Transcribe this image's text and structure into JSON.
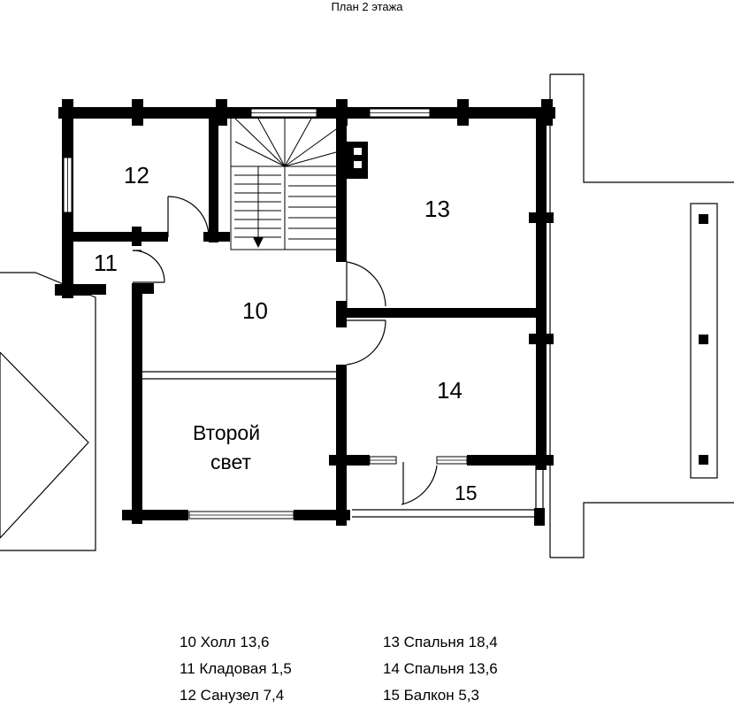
{
  "title": "План 2 этажа",
  "rooms": {
    "r10": "10",
    "r11": "11",
    "r12": "12",
    "r13": "13",
    "r14": "14",
    "r15": "15",
    "open_line1": "Второй",
    "open_line2": "свет"
  },
  "legend": [
    "10 Холл 13,6",
    "11 Кладовая 1,5",
    "12 Санузел 7,4",
    "13 Спальня 18,4",
    "14 Спальня 13,6",
    "15 Балкон 5,3"
  ]
}
